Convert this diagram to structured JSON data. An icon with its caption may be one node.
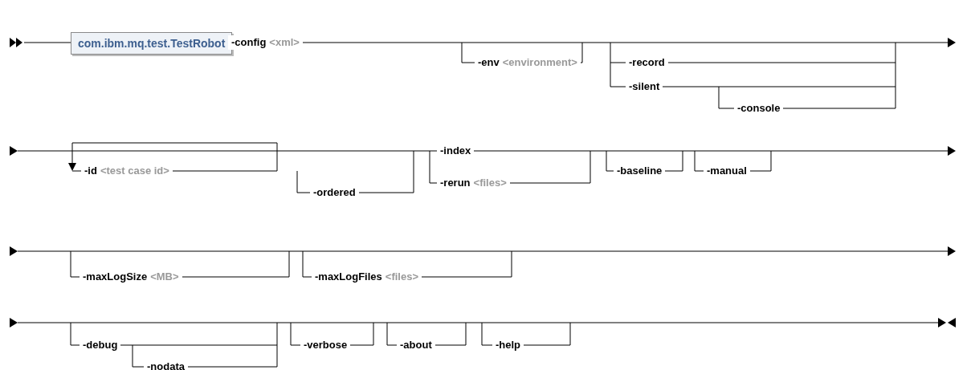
{
  "diagram": {
    "nodes": [
      {
        "text": [
          "com.ibm.mq.test.TestRobot"
        ]
      },
      {
        "text": [
          "-config",
          "<xml>"
        ]
      },
      {
        "text": [
          "-env",
          "<environment>"
        ]
      },
      {
        "text": [
          "-record"
        ]
      },
      {
        "text": [
          "-silent"
        ]
      },
      {
        "text": [
          "-console"
        ]
      },
      {
        "text": [
          "-id",
          "<test case id>"
        ]
      },
      {
        "text": [
          "-ordered"
        ]
      },
      {
        "text": [
          "-index"
        ]
      },
      {
        "text": [
          "-rerun",
          "<files>"
        ]
      },
      {
        "text": [
          "-baseline"
        ]
      },
      {
        "text": [
          "-manual"
        ]
      },
      {
        "text": [
          "-maxLogSize",
          "<MB>"
        ]
      },
      {
        "text": [
          "-maxLogFiles",
          "<files>"
        ]
      },
      {
        "text": [
          "-debug"
        ]
      },
      {
        "text": [
          "-nodata"
        ]
      },
      {
        "text": [
          "-verbose"
        ]
      },
      {
        "text": [
          "-about"
        ]
      },
      {
        "text": [
          "-help"
        ]
      }
    ]
  }
}
